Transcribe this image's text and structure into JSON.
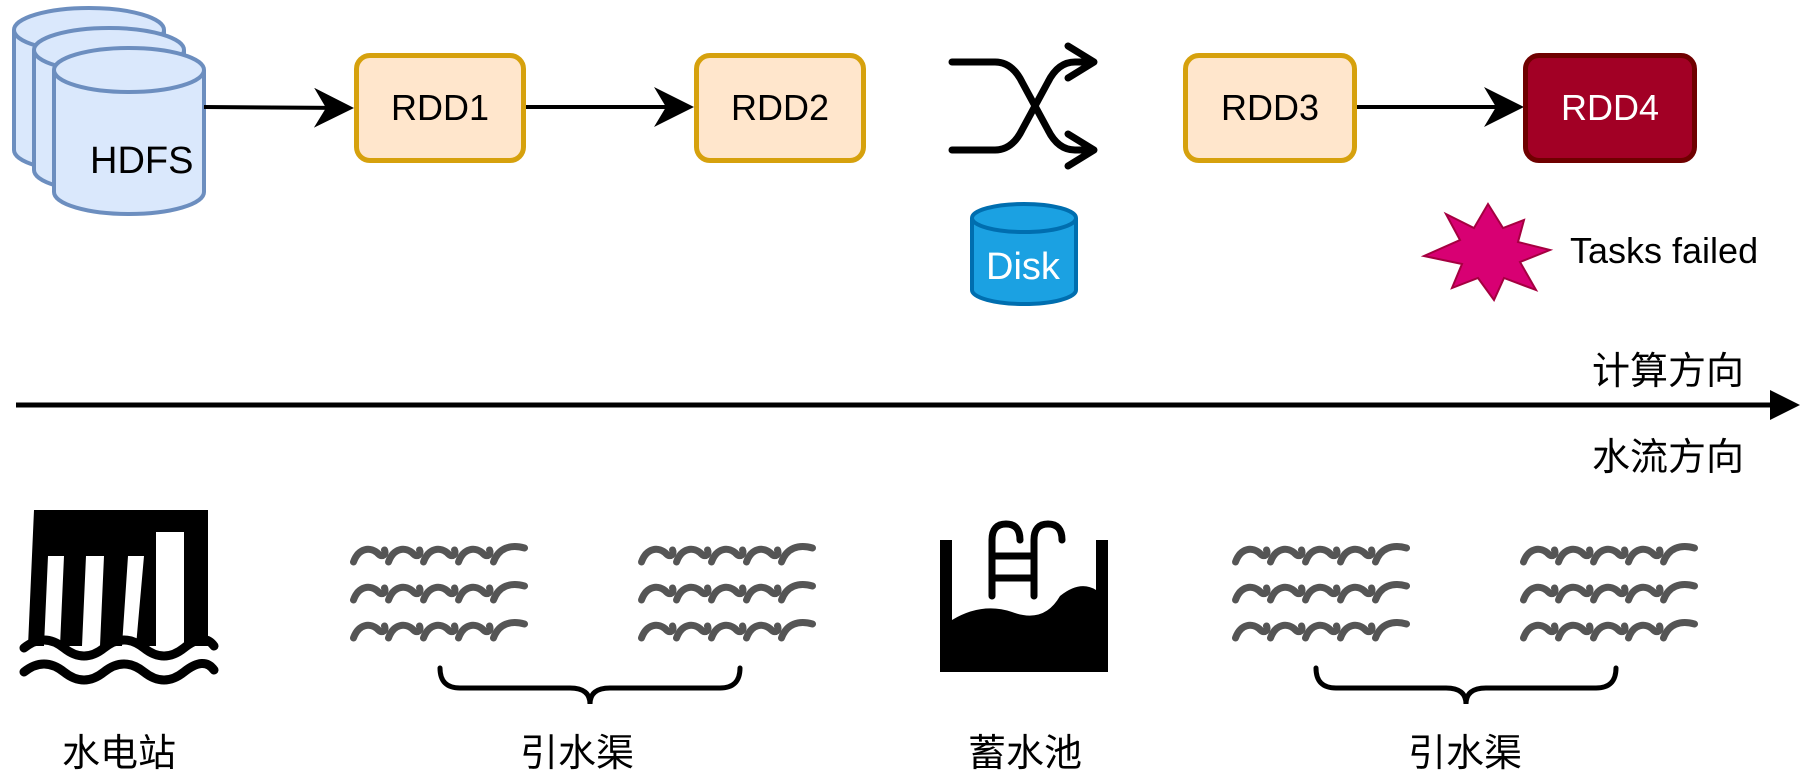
{
  "pipeline": {
    "source": "HDFS",
    "nodes": [
      {
        "label": "RDD1",
        "status": "normal"
      },
      {
        "label": "RDD2",
        "status": "normal"
      },
      {
        "label": "RDD3",
        "status": "normal"
      },
      {
        "label": "RDD4",
        "status": "failed"
      }
    ],
    "shuffle_store": "Disk",
    "failure_label": "Tasks failed"
  },
  "axis": {
    "compute_direction": "计算方向",
    "water_direction": "水流方向"
  },
  "analogy": {
    "items": [
      {
        "label": "水电站",
        "icon": "hydropower-station-icon"
      },
      {
        "label": "引水渠",
        "icon": "water-waves-icon"
      },
      {
        "label": "蓄水池",
        "icon": "reservoir-pool-icon"
      },
      {
        "label": "引水渠",
        "icon": "water-waves-icon"
      }
    ]
  },
  "colors": {
    "hdfs_fill": "#dae8fc",
    "hdfs_stroke": "#6c8ebf",
    "rdd_fill": "#ffe6cc",
    "rdd_stroke": "#d6a10d",
    "rdd_failed_fill": "#a20025",
    "disk_fill": "#1ba1e2",
    "disk_stroke": "#006eaf",
    "explosion_fill": "#d80073"
  }
}
